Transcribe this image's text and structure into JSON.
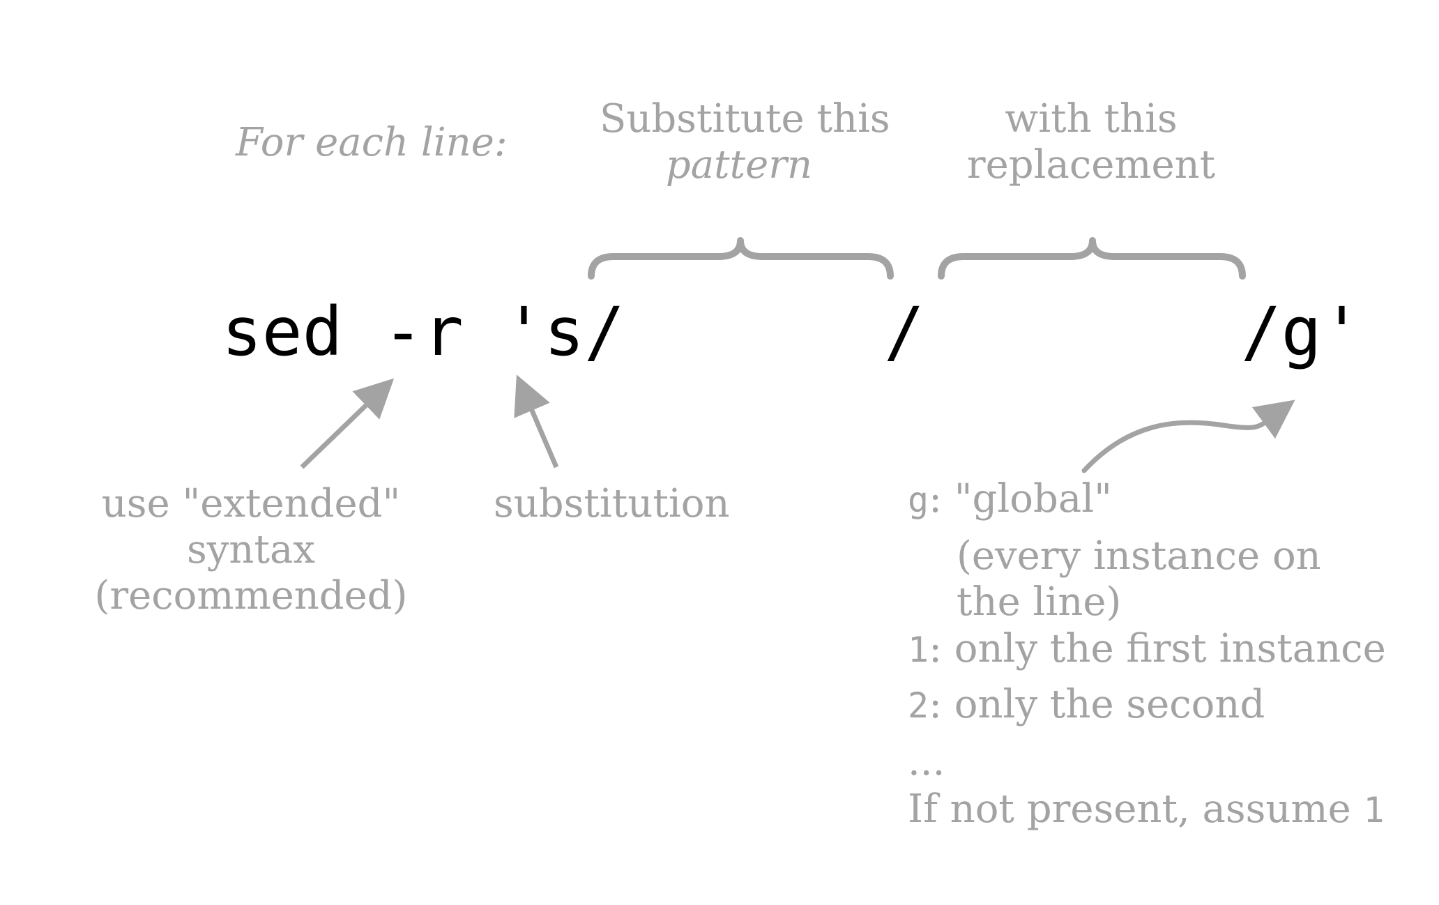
{
  "header": {
    "for_each_line": "For each line:",
    "pattern_line1": "Substitute this",
    "pattern_line2": "pattern",
    "replacement_line1": "with this",
    "replacement_line2": "replacement"
  },
  "command": {
    "prefix": "sed -r 's/",
    "separator": "/",
    "suffix": "/g'"
  },
  "annotations": {
    "extended_line1": "use \"extended\"",
    "extended_line2": "syntax",
    "extended_line3": "(recommended)",
    "substitution": "substitution"
  },
  "flags": {
    "g_code": "g",
    "g_desc": ": \"global\"",
    "g_detail_line1": "(every instance on",
    "g_detail_line2": "the line)",
    "one_code": "1",
    "one_desc": ": only the first instance",
    "two_code": "2",
    "two_desc": ": only the second",
    "ellipsis": "...",
    "default_text": "If not present, assume ",
    "default_code": "1"
  },
  "colors": {
    "annotation": "#a3a3a3",
    "command": "#000000"
  }
}
